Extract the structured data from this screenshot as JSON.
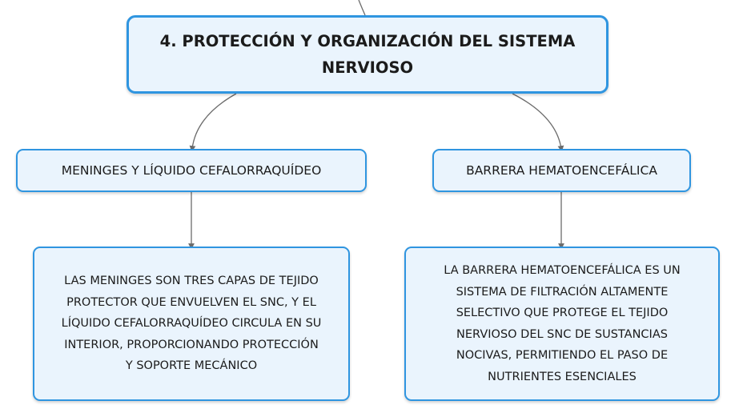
{
  "main": {
    "title": "4. PROTECCIÓN Y ORGANIZACIÓN DEL SISTEMA\nNERVIOSO"
  },
  "branches": [
    {
      "label": "MENINGES Y LÍQUIDO CEFALORRAQUÍDEO",
      "description": "LAS MENINGES SON TRES CAPAS DE TEJIDO\nPROTECTOR QUE ENVUELVEN EL SNC, Y EL\nLÍQUIDO CEFALORRAQUÍDEO CIRCULA EN SU\nINTERIOR, PROPORCIONANDO PROTECCIÓN\nY SOPORTE MECÁNICO"
    },
    {
      "label": "BARRERA HEMATOENCEFÁLICA",
      "description": "LA BARRERA HEMATOENCEFÁLICA ES UN\nSISTEMA DE FILTRACIÓN ALTAMENTE\nSELECTIVO QUE PROTEGE EL TEJIDO\nNERVIOSO DEL SNC DE SUSTANCIAS\nNOCIVAS, PERMITIENDO EL PASO DE\nNUTRIENTES ESENCIALES"
    }
  ],
  "colors": {
    "node_border": "#2f95e0",
    "node_fill": "#eaf4fd",
    "connector": "#6b6b6b"
  }
}
